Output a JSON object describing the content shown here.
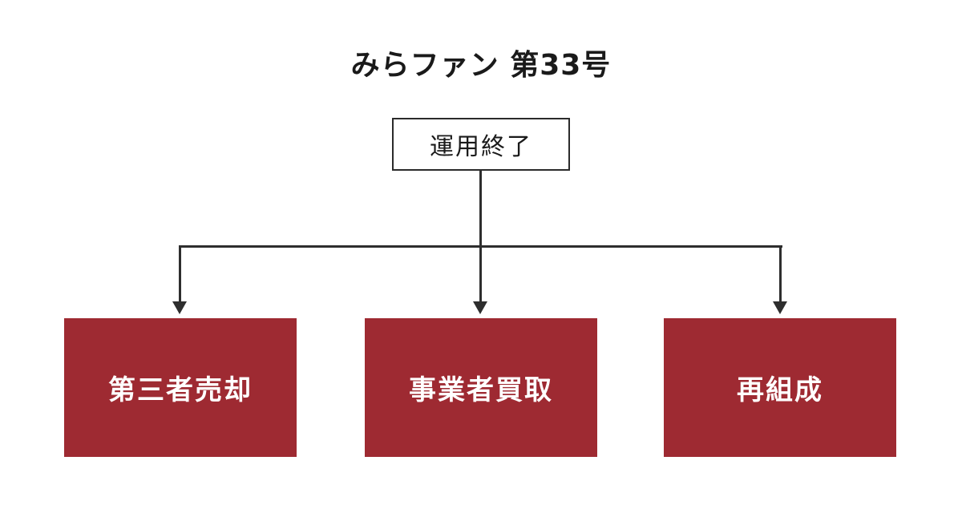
{
  "title": "みらファン 第33号",
  "root_node": {
    "label": "運用終了"
  },
  "children": [
    {
      "label": "第三者売却"
    },
    {
      "label": "事業者買取"
    },
    {
      "label": "再組成"
    }
  ],
  "colors": {
    "branch_node_bg": "#9e2a32",
    "branch_node_text": "#ffffff",
    "root_node_border": "#2b2b2b",
    "connector_line": "#2e2e2e",
    "background": "#ffffff"
  }
}
